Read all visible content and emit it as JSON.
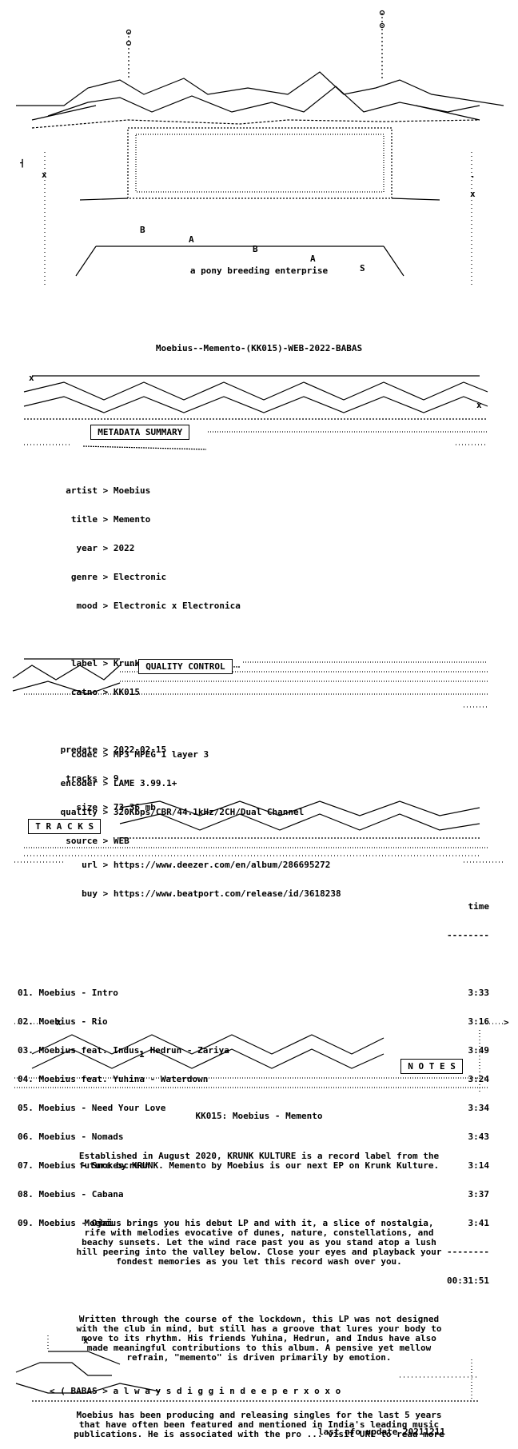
{
  "header": {
    "letters": [
      "B",
      "A",
      "B",
      "A",
      "S"
    ],
    "tagline": "a pony breeding enterprise",
    "release": "Moebius--Memento-(KK015)-WEB-2022-BABAS"
  },
  "metadata": {
    "heading": "METADATA SUMMARY",
    "rows": [
      {
        "k": "artist",
        "v": "Moebius"
      },
      {
        "k": "title",
        "v": "Memento"
      },
      {
        "k": "year",
        "v": "2022"
      },
      {
        "k": "genre",
        "v": "Electronic"
      },
      {
        "k": "mood",
        "v": "Electronic x Electronica"
      },
      {
        "k": "label",
        "v": "Krunk Kulture"
      },
      {
        "k": "catno",
        "v": "KK015"
      },
      {
        "k": "predate",
        "v": "2022-02-15"
      },
      {
        "k": "tracks",
        "v": "9"
      },
      {
        "k": "size",
        "v": "73.36 mb"
      },
      {
        "k": "url",
        "v": "https://www.deezer.com/en/album/286695272"
      },
      {
        "k": "buy",
        "v": "https://www.beatport.com/release/id/3618238"
      }
    ]
  },
  "quality": {
    "heading": "QUALITY CONTROL",
    "rows": [
      {
        "k": "codec",
        "v": "MP3 MPEG 1 layer 3"
      },
      {
        "k": "encoder",
        "v": "LAME 3.99.1+"
      },
      {
        "k": "quality",
        "v": "320Kbps/CBR/44.1kHz/2CH/Dual Channel"
      },
      {
        "k": "source",
        "v": "WEB"
      }
    ]
  },
  "tracks": {
    "heading": "T R A C K S",
    "time_header": "time",
    "rule": "--------",
    "total": "00:31:51",
    "list": [
      {
        "t": "01. Moebius - Intro",
        "d": "3:33"
      },
      {
        "t": "02. Moebius - Rio",
        "d": "3:16"
      },
      {
        "t": "03. Moebius feat. Indus, Hedrun - Zariya",
        "d": "3:49"
      },
      {
        "t": "04. Moebius feat. Yuhina - Waterdown",
        "d": "3:24"
      },
      {
        "t": "05. Moebius - Need Your Love",
        "d": "3:34"
      },
      {
        "t": "06. Moebius - Nomads",
        "d": "3:43"
      },
      {
        "t": "07. Moebius - Smokescreen",
        "d": "3:14"
      },
      {
        "t": "08. Moebius - Cabana",
        "d": "3:37"
      },
      {
        "t": "09. Moebius - Ojai",
        "d": "3:41"
      }
    ]
  },
  "notes": {
    "heading": "N O T E S",
    "title": "KK015: Moebius - Memento",
    "paragraphs": [
      "Established in August 2020, KRUNK KULTURE is a record label from the\nfuture by KRUNK. Memento by Moebius is our next EP on Krunk Kulture.",
      "Moebius brings you his debut LP and with it, a slice of nostalgia,\nrife with melodies evocative of dunes, nature, constellations, and\nbeachy sunsets. Let the wind race past you as you stand atop a lush\nhill peering into the valley below. Close your eyes and playback your\nfondest memories as you let this record wash over you.",
      "Written through the course of the lockdown, this LP was not designed\nwith the club in mind, but still has a groove that lures your body to\nmove to its rhythm. His friends Yuhina, Hedrun, and Indus have also\nmade meaningful contributions to this album. A pensive yet mellow\nrefrain, \"memento\" is driven primarily by emotion.",
      "Moebius has been producing and releasing singles for the last 5 years\nthat have often been featured and mentioned in India's leading music\npublications. He is associated with the pro ... visit URL to read more"
    ]
  },
  "footer": {
    "babas": "< ( BABAS > a l w a y s d i g g i n d e e p e r x o x o",
    "update": "last nfo update 20211211"
  }
}
